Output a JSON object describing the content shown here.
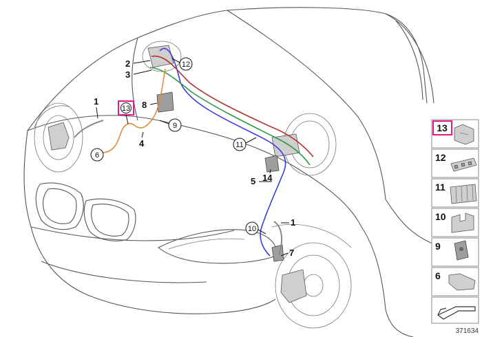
{
  "callouts": {
    "c1a": "1",
    "c1b": "1",
    "c2": "2",
    "c3": "3",
    "c4": "4",
    "c5": "5",
    "c6": "6",
    "c7": "7",
    "c8": "8",
    "c9": "9",
    "c10": "10",
    "c11": "11",
    "c12": "12",
    "c13": "13",
    "c14": "14"
  },
  "parts_panel": [
    "13",
    "12",
    "11",
    "10",
    "9",
    "6"
  ],
  "highlighted_part": "13",
  "diagram_number": "371634",
  "colors": {
    "highlight": "#e0198c",
    "line_blue": "#3c3cdc",
    "line_red": "#b43232",
    "line_green": "#2e9a44",
    "line_orange": "#e08a3c"
  }
}
